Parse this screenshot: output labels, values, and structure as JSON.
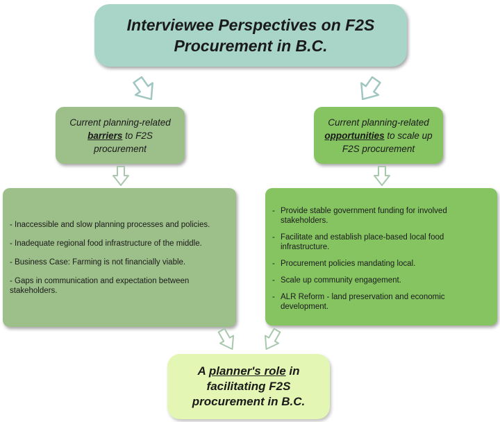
{
  "title": {
    "line1": "Interviewee Perspectives on F2S",
    "line2": "Procurement in B.C."
  },
  "barriers_header": {
    "prefix": "Current planning-related",
    "keyword": "barriers",
    "suffix": " to F2S",
    "line3": "procurement"
  },
  "opportunities_header": {
    "prefix": "Current planning-related",
    "keyword": "opportunities",
    "suffix": " to scale up",
    "line3": "F2S procurement"
  },
  "barriers": [
    "-  Inaccessible and slow planning processes and policies.",
    "- Inadequate regional food infrastructure of the middle.",
    "- Business Case: Farming is not financially viable.",
    "- Gaps in communication and expectation between stakeholders."
  ],
  "opportunities": [
    "Provide stable government funding for involved stakeholders.",
    "Facilitate and establish place-based local food infrastructure.",
    "Procurement policies mandating local.",
    "Scale up community engagement.",
    "ALR Reform - land preservation and economic development."
  ],
  "opportunity_bullet": "-",
  "conclusion": {
    "prefix": "A ",
    "keyword": "planner's role",
    "suffix": " in",
    "line2": "facilitating F2S",
    "line3": "procurement in B.C."
  },
  "colors": {
    "title_fill": "#a8d5c8",
    "barriers_fill": "#9dbf8a",
    "opportunities_fill": "#86c462",
    "conclusion_fill": "#e4f6b4"
  }
}
